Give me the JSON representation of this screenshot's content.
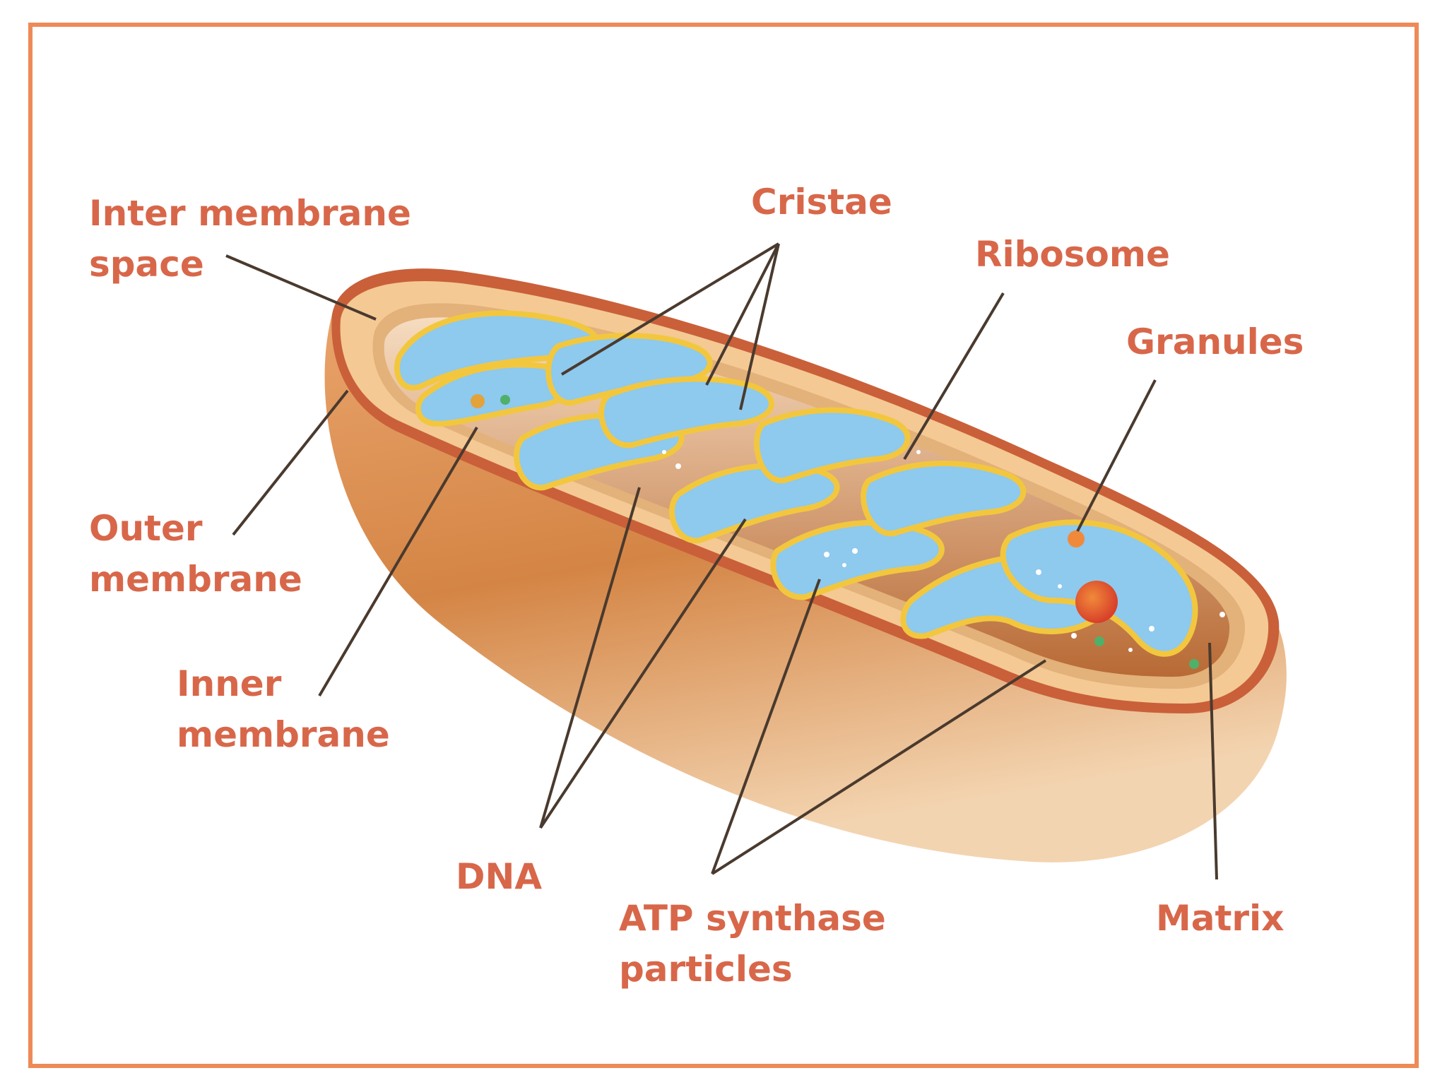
{
  "colors": {
    "frame": "#ee8a57",
    "label": "#d8674a",
    "outer_body": "#d98a4a",
    "membrane_yellow": "#f2c73e",
    "matrix_blue": "#8ec9ee",
    "leader_line": "#4a3a2e"
  },
  "labels": {
    "inter_membrane_space": [
      "Inter membrane",
      "space"
    ],
    "cristae": "Cristae",
    "ribosome": "Ribosome",
    "granules": "Granules",
    "outer_membrane": [
      "Outer",
      "membrane"
    ],
    "inner_membrane": [
      "Inner",
      "membrane"
    ],
    "dna": "DNA",
    "atp_synthase": [
      "ATP synthase",
      "particles"
    ],
    "matrix": "Matrix"
  }
}
